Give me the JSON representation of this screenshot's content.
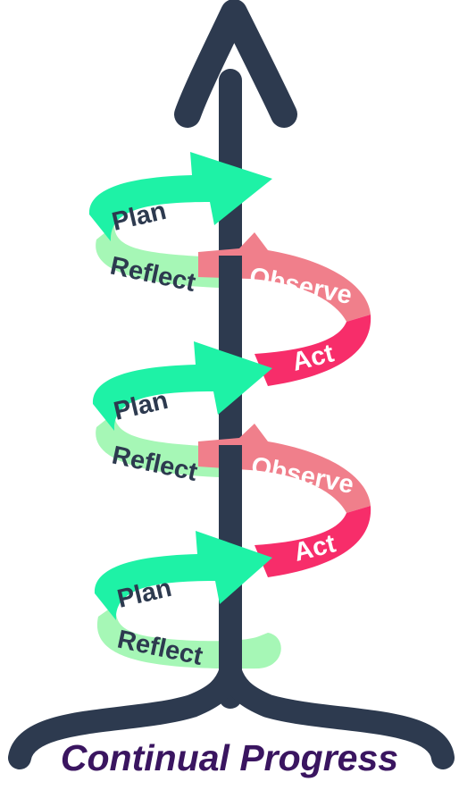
{
  "caption": "Continual Progress",
  "colors": {
    "shaft": "#2d3a4f",
    "plan": "#1ef2a6",
    "reflect": "#a6f7b6",
    "observe": "#f07f8b",
    "act": "#f72d6a",
    "caption": "#3a1560"
  },
  "cycles": [
    {
      "plan": "Plan",
      "reflect": "Reflect",
      "observe": "Observe",
      "act": "Act"
    },
    {
      "plan": "Plan",
      "reflect": "Reflect",
      "observe": "Observe",
      "act": "Act"
    },
    {
      "plan": "Plan",
      "reflect": "Reflect"
    }
  ]
}
